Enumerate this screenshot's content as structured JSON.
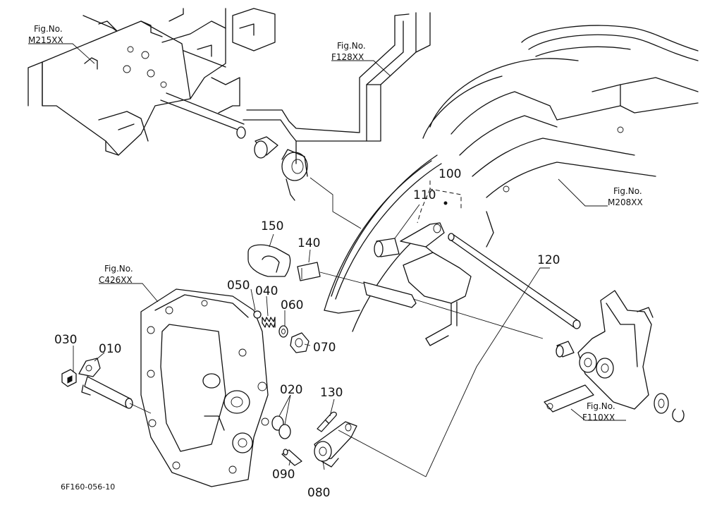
{
  "figure_refs": {
    "m215": {
      "title": "Fig.No.",
      "code": "M215XX"
    },
    "f128": {
      "title": "Fig.No.",
      "code": "F128XX"
    },
    "m208": {
      "title": "Fig.No.",
      "code": "M208XX"
    },
    "c426": {
      "title": "Fig.No.",
      "code": "C426XX"
    },
    "f110": {
      "title": "Fig.No.",
      "code": "F110XX"
    }
  },
  "part_labels": {
    "p010": "010",
    "p020": "020",
    "p030": "030",
    "p040": "040",
    "p050": "050",
    "p060": "060",
    "p070": "070",
    "p080": "080",
    "p090": "090",
    "p100": "100",
    "p110": "110",
    "p120": "120",
    "p130": "130",
    "p140": "140",
    "p150": "150"
  },
  "drawing_code": "6F160-056-10"
}
